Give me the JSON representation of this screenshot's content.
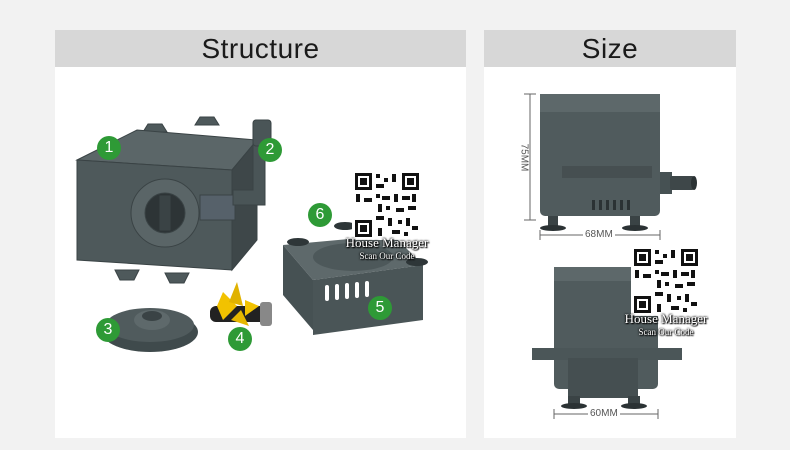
{
  "structure": {
    "title": "Structure"
  },
  "size": {
    "title": "Size"
  },
  "badges": [
    "1",
    "2",
    "3",
    "4",
    "5",
    "6"
  ],
  "watermark": {
    "line1": "House Manager",
    "line2": "Scan Our Code"
  },
  "dimensions": {
    "height": "75MM",
    "depth": "68MM",
    "width": "60MM"
  },
  "colors": {
    "pump": "#4a5557",
    "badge": "#2e9a36",
    "impeller": "#f2c200",
    "header": "#d7d7d7"
  }
}
